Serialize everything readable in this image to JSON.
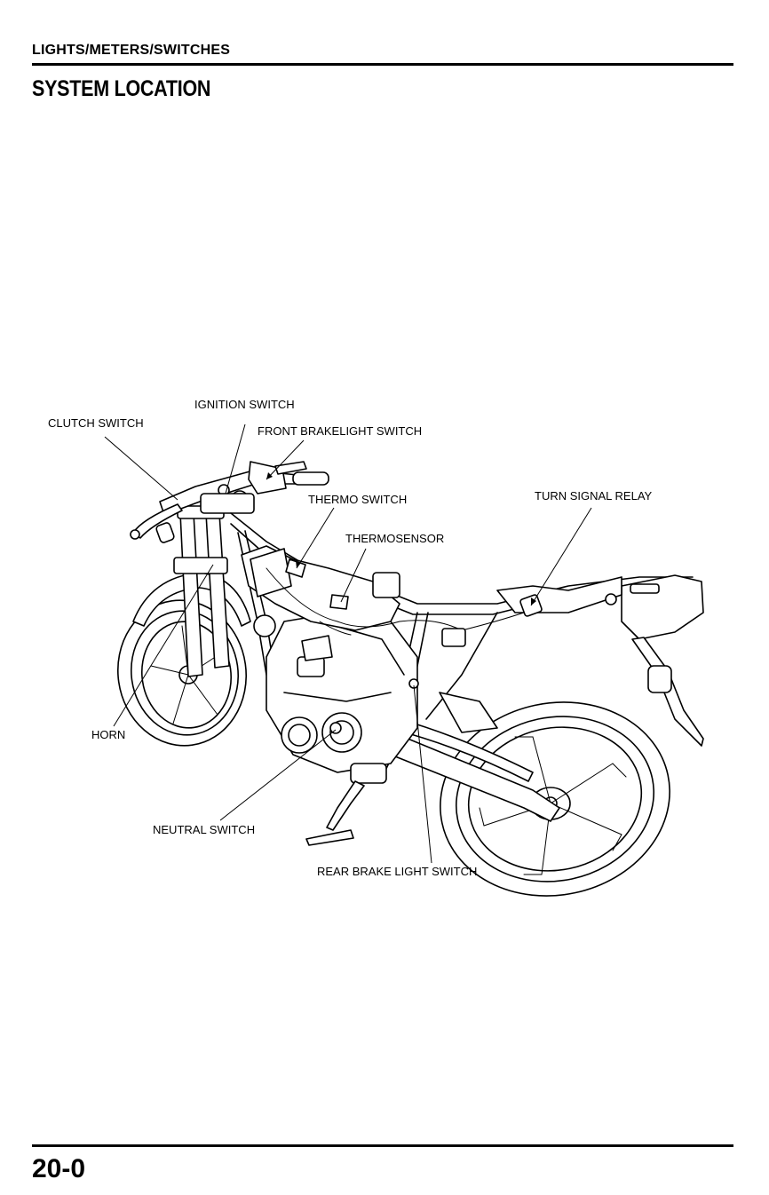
{
  "header": {
    "section": "LIGHTS/METERS/SWITCHES",
    "title": "SYSTEM LOCATION"
  },
  "footer": {
    "page_number": "20-0"
  },
  "diagram": {
    "subject_icon": "motorcycle-line-drawing",
    "callouts": {
      "ignition_switch": "IGNITION SWITCH",
      "clutch_switch": "CLUTCH SWITCH",
      "front_brakelight_switch": "FRONT BRAKELIGHT SWITCH",
      "thermo_switch": "THERMO SWITCH",
      "turn_signal_relay": "TURN SIGNAL RELAY",
      "thermosensor": "THERMOSENSOR",
      "horn": "HORN",
      "neutral_switch": "NEUTRAL SWITCH",
      "rear_brake_light_switch": "REAR BRAKE LIGHT SWITCH"
    }
  }
}
